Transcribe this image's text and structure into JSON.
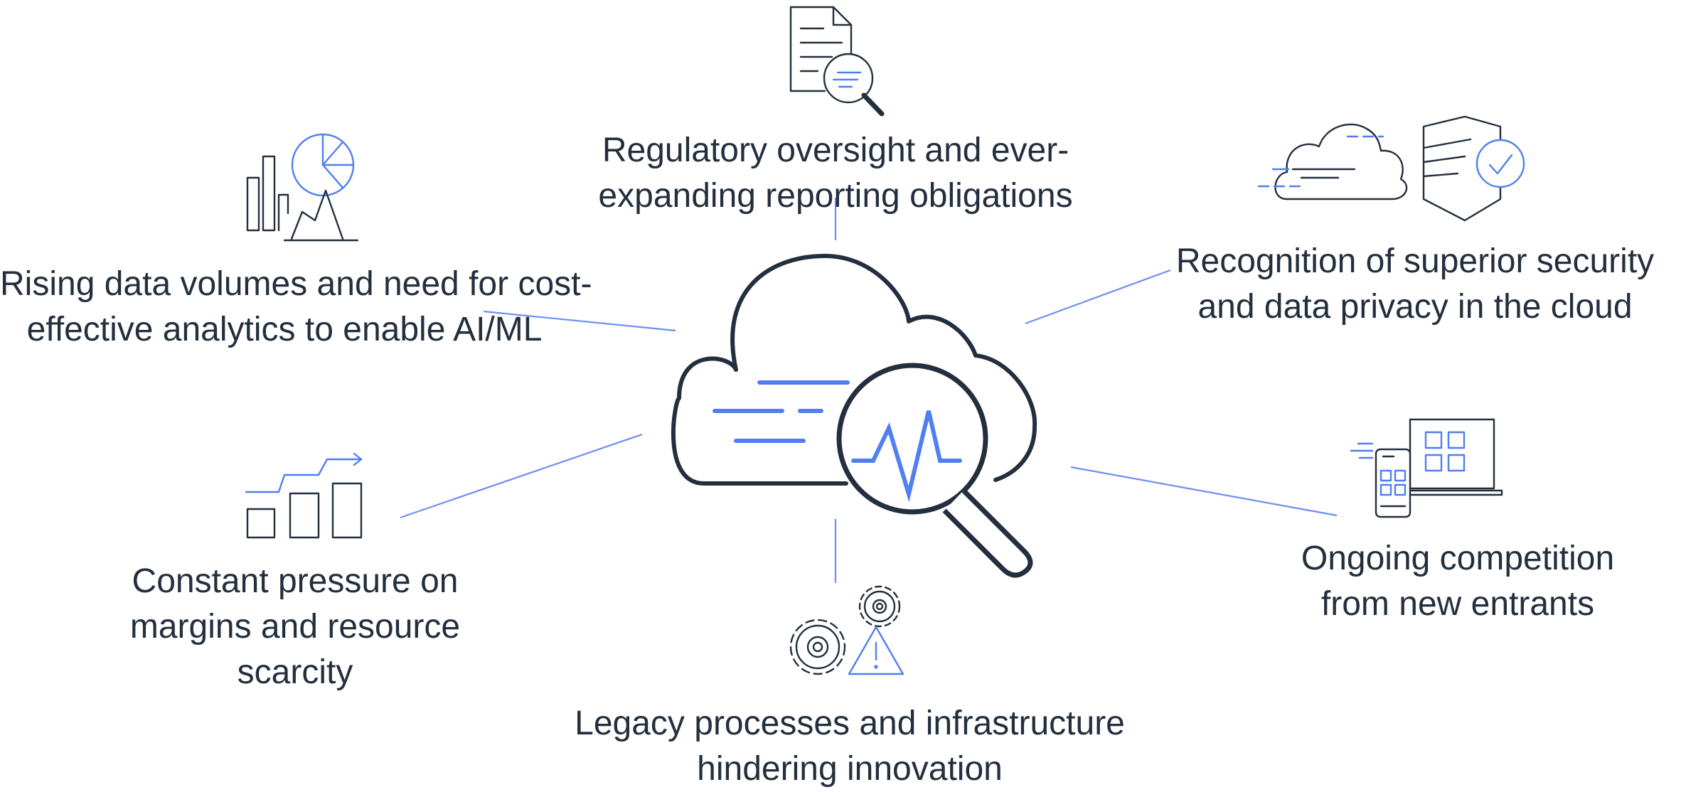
{
  "labels": {
    "regulatory": [
      "Regulatory oversight and ever-",
      "expanding reporting obligations"
    ],
    "data_volumes": [
      "Rising data volumes and need for cost-",
      "effective analytics to enable AI/ML"
    ],
    "security": [
      "Recognition of superior security",
      "and data privacy in the cloud"
    ],
    "margins": [
      "Constant pressure on",
      "margins and resource",
      "scarcity"
    ],
    "competition": [
      "Ongoing competition",
      "from new entrants"
    ],
    "legacy": [
      "Legacy processes and infrastructure",
      "hindering innovation"
    ]
  },
  "colors": {
    "ink": "#232f3e",
    "accent": "#4f7ff0",
    "connector": "#6b8ff2"
  },
  "icons": {
    "center": "cloud-magnifier-icon",
    "regulatory": "document-search-icon",
    "data_volumes": "analytics-charts-icon",
    "security": "cloud-shield-icon",
    "margins": "growth-bars-icon",
    "competition": "devices-apps-icon",
    "legacy": "gears-warning-icon"
  }
}
